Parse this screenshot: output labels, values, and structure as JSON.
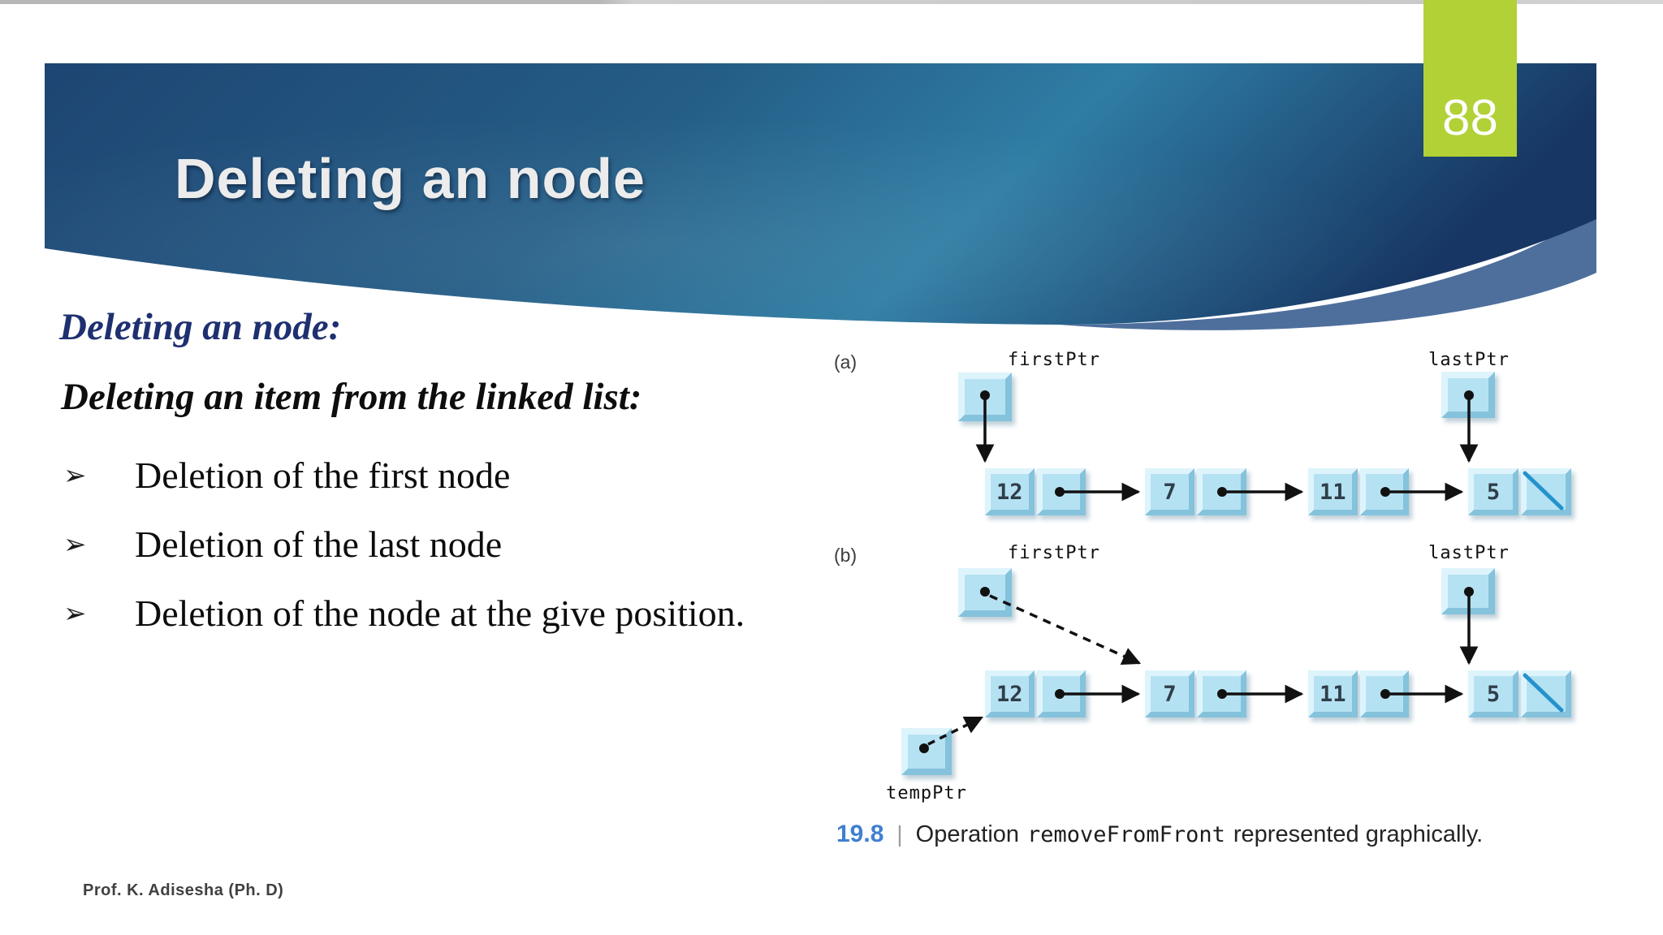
{
  "slide": {
    "page_number": "88",
    "title": "Deleting an node",
    "footer": "Prof. K. Adisesha (Ph. D)"
  },
  "content": {
    "heading_primary": "Deleting an node:",
    "heading_secondary": "Deleting an item from the linked list:",
    "bullet_char": "➢",
    "bullets": [
      "Deletion of the first node",
      "Deletion of the last node",
      "Deletion of the node at the give position."
    ]
  },
  "figure": {
    "row_a": {
      "label": "(a)",
      "first_ptr_label": "firstPtr",
      "last_ptr_label": "lastPtr",
      "nodes": [
        "12",
        "7",
        "11",
        "5"
      ]
    },
    "row_b": {
      "label": "(b)",
      "first_ptr_label": "firstPtr",
      "last_ptr_label": "lastPtr",
      "temp_ptr_label": "tempPtr",
      "nodes": [
        "12",
        "7",
        "11",
        "5"
      ]
    },
    "caption": {
      "number": "19.8",
      "divider": "|",
      "text_before": "Operation",
      "code": "removeFromFront",
      "text_after": "represented graphically."
    }
  },
  "colors": {
    "banner_navy": "#1e4573",
    "banner_teal": "#2f7da4",
    "banner_swoosh": "#4e6f9c",
    "badge_green": "#b1d136",
    "heading_navy": "#1e3070",
    "node_fill": "#b5e2f3",
    "node_bevel_light": "#def4fc",
    "node_bevel_dark": "#85c2dc",
    "null_slash_blue": "#2592cc",
    "caption_blue": "#3f80d2"
  }
}
